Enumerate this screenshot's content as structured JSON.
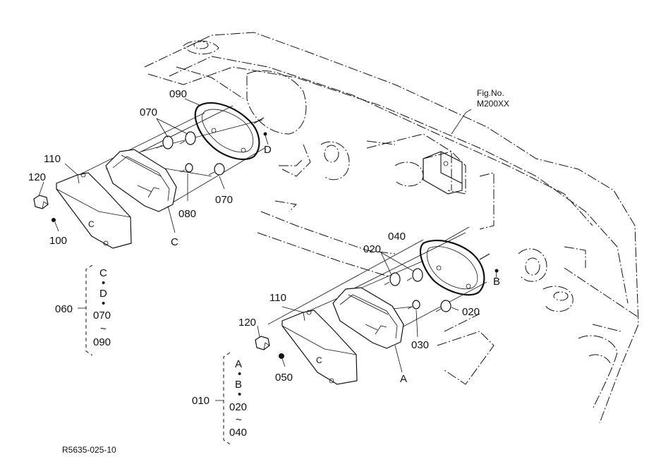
{
  "figure": {
    "fig_no_label": "Fig.No.",
    "fig_no_value": "M200XX",
    "ref_code": "R5635-025-10"
  },
  "callouts": {
    "p090": "090",
    "p070_top": "070",
    "p110_left": "110",
    "p120_left": "120",
    "p100": "100",
    "p080": "080",
    "p070_right": "070",
    "pC_left": "C",
    "pD": "D",
    "p040": "040",
    "p020_top": "020",
    "pB": "B",
    "p020_right": "020",
    "p030": "030",
    "p110_right": "110",
    "p120_right": "120",
    "p050": "050",
    "pA": "A"
  },
  "groups": {
    "g060": {
      "label": "060",
      "items": [
        "C",
        "•",
        "D",
        "•",
        "070",
        "~",
        "090"
      ]
    },
    "g010": {
      "label": "010",
      "items": [
        "A",
        "•",
        "B",
        "•",
        "020",
        "~",
        "040"
      ]
    }
  }
}
